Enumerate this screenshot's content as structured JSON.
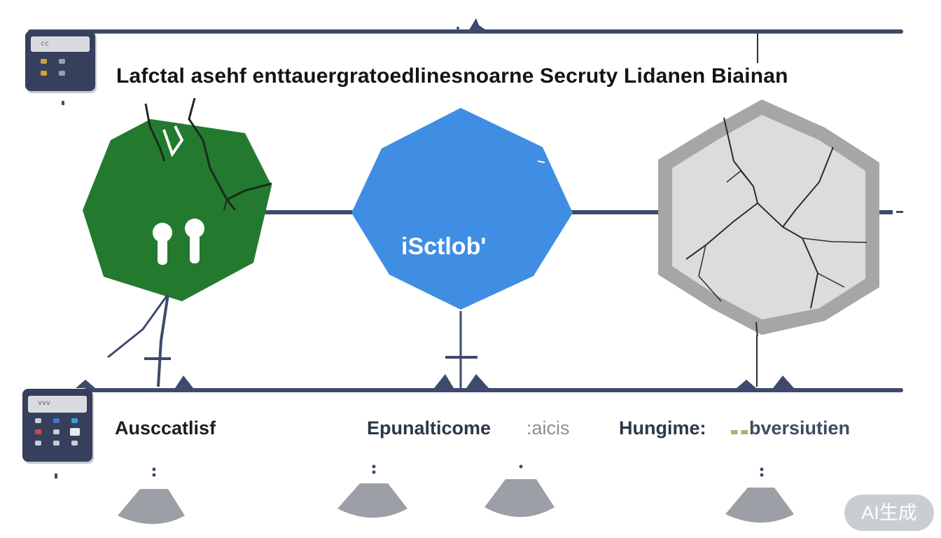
{
  "title": "Lafctal asehf enttauergratoedlinesnoarne Secruty Lidanen Biainan",
  "hexagons": [
    {
      "name": "green",
      "color": "#237a2f",
      "label": ""
    },
    {
      "name": "blue",
      "color": "#3f8ee3",
      "label": "iSctlob'"
    },
    {
      "name": "gray",
      "color": "#a6a6a6",
      "label": ""
    }
  ],
  "captions": [
    {
      "text": "Ausccatlisf",
      "color": "#1c1e22"
    },
    {
      "text": "Epunalticome",
      "color": "#2c3848"
    },
    {
      "text": ":aicis",
      "color": "#8a9099"
    },
    {
      "text": "Hungime:",
      "color": "#2c3848"
    },
    {
      "text": "bversiutien",
      "color": "#3e4b63"
    }
  ],
  "calculators": [
    {
      "screen_text": "cc"
    },
    {
      "screen_text": "vvv"
    }
  ],
  "badge": {
    "text": "AI生成"
  },
  "colors": {
    "rail": "#3d4a6b",
    "device": "#36405c",
    "green": "#237a2f",
    "blue": "#3f8ee3",
    "gray": "#a6a6a6"
  }
}
